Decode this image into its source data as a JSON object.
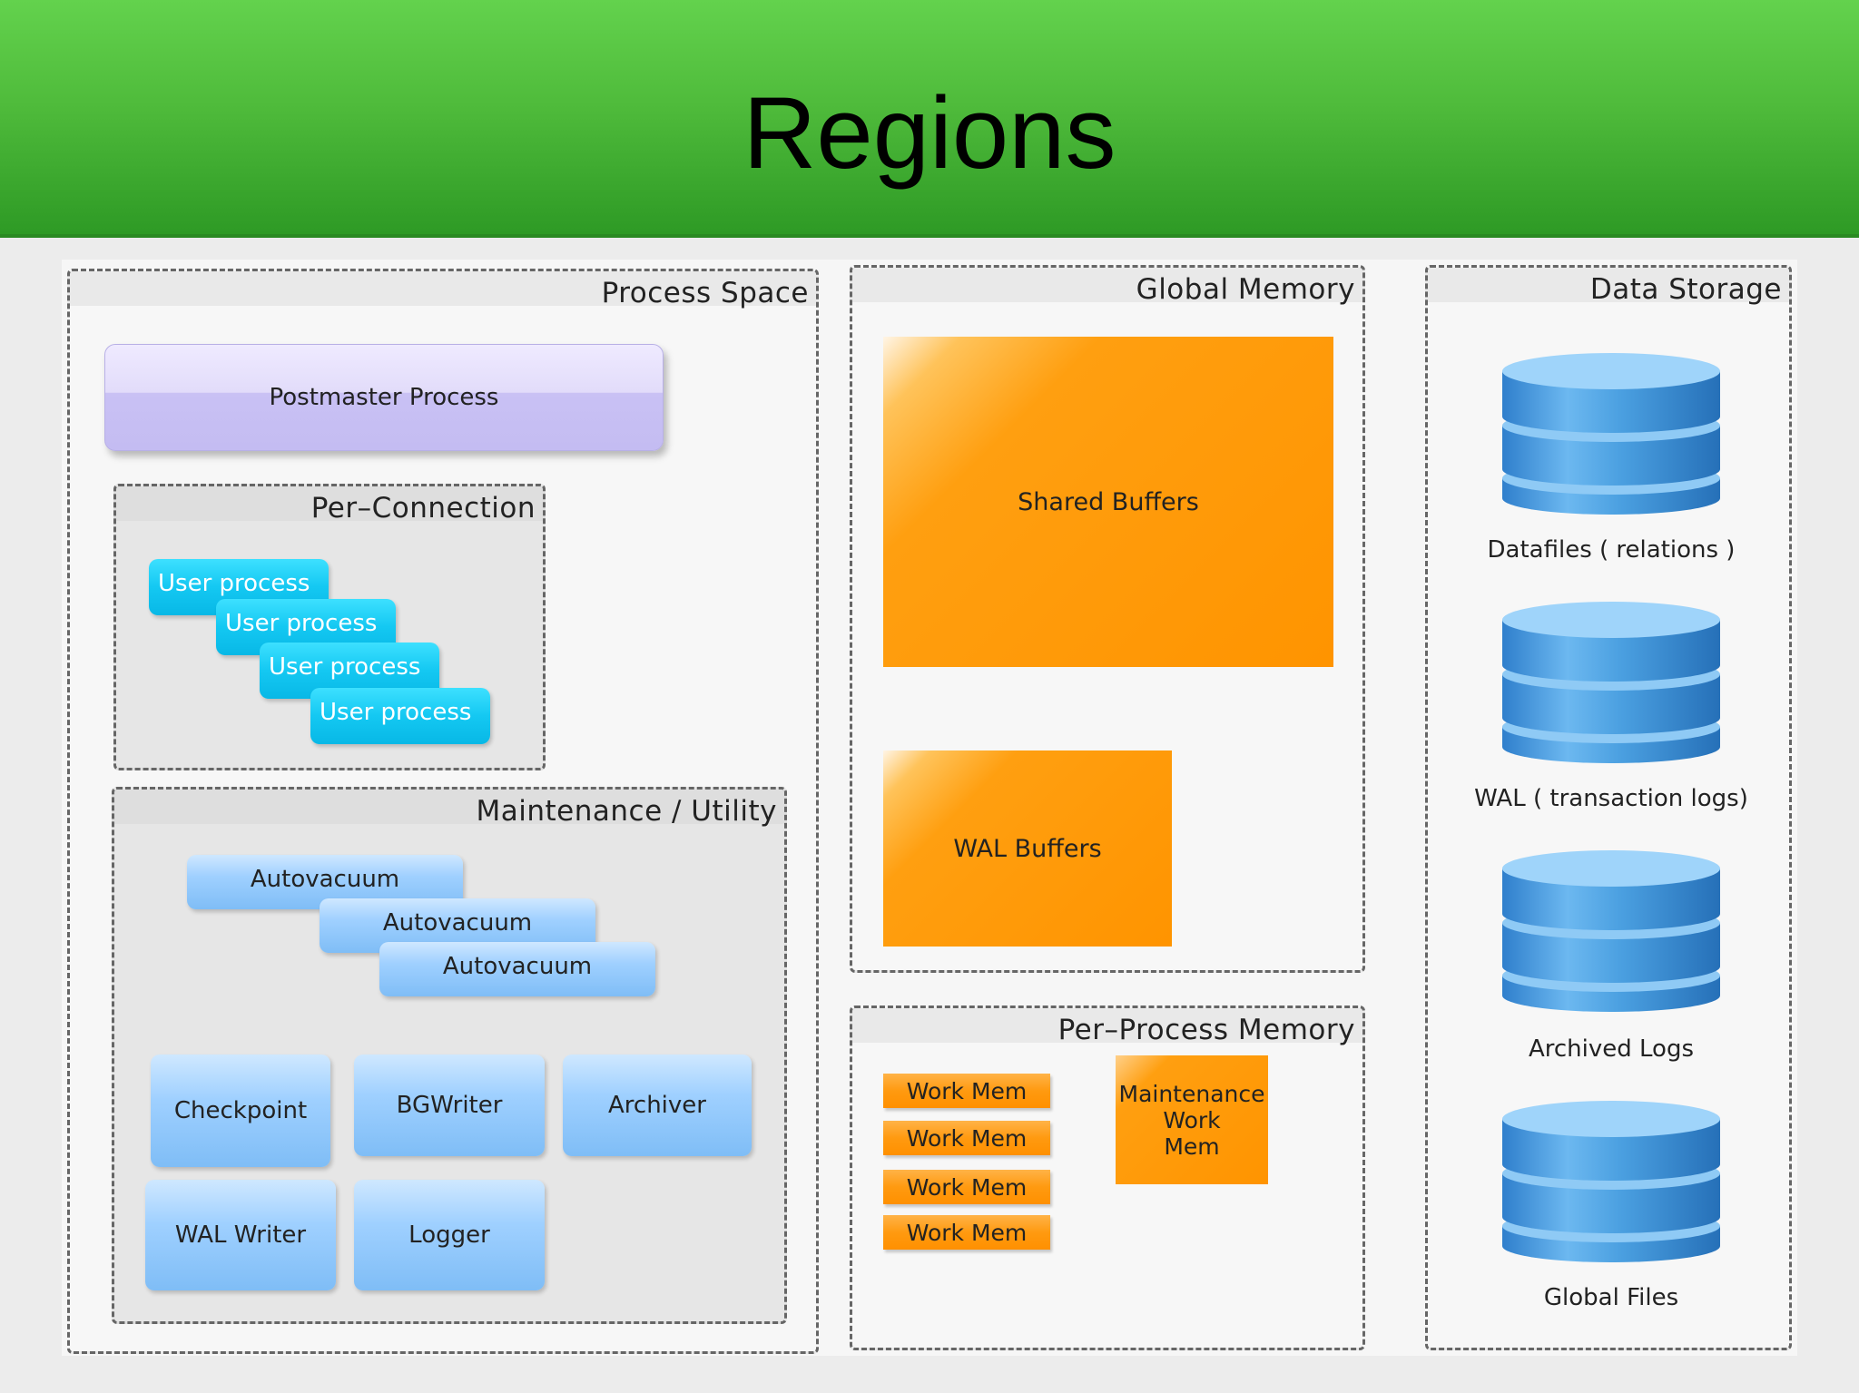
{
  "slide": {
    "title": "Regions"
  },
  "process_space": {
    "title": "Process Space",
    "postmaster": "Postmaster Process",
    "per_connection": {
      "title": "Per–Connection",
      "user_processes": [
        "User process",
        "User process",
        "User process",
        "User process"
      ]
    },
    "maintenance": {
      "title": "Maintenance / Utility",
      "autovacuum": [
        "Autovacuum",
        "Autovacuum",
        "Autovacuum"
      ],
      "checkpoint": "Checkpoint",
      "bgwriter": "BGWriter",
      "archiver": "Archiver",
      "wal_writer": "WAL Writer",
      "logger": "Logger"
    }
  },
  "global_memory": {
    "title": "Global Memory",
    "shared_buffers": "Shared Buffers",
    "wal_buffers": "WAL Buffers"
  },
  "per_process_memory": {
    "title": "Per–Process Memory",
    "work_mem": [
      "Work Mem",
      "Work Mem",
      "Work Mem",
      "Work Mem"
    ],
    "maintenance_work_mem": [
      "Maintenance",
      "Work",
      "Mem"
    ]
  },
  "data_storage": {
    "title": "Data Storage",
    "items": [
      "Datafiles ( relations )",
      "WAL ( transaction logs)",
      "Archived Logs",
      "Global Files"
    ]
  },
  "colors": {
    "banner_green": "#4fbb3b",
    "user_process_cyan": "#14c8f2",
    "utility_blue": "#9fd0ff",
    "memory_orange": "#ff9400",
    "postmaster_lavender": "#c9c1f4",
    "database_blue": "#4a9fe0"
  }
}
